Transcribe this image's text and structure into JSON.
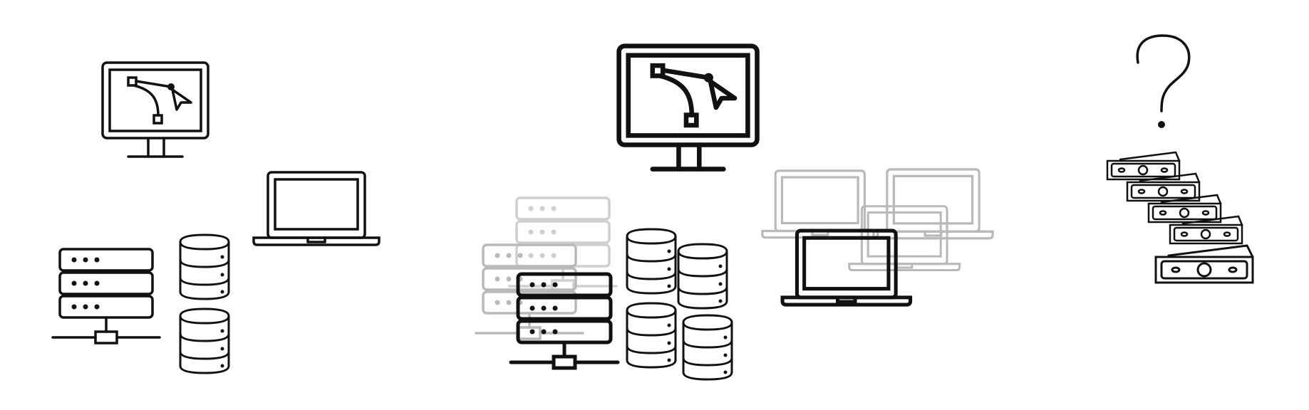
{
  "diagram": {
    "panels": [
      {
        "id": "panel-1",
        "icons": [
          "design-monitor-icon",
          "laptop-icon",
          "server-rack-icon",
          "database-icon",
          "database-icon"
        ]
      },
      {
        "id": "panel-2",
        "icons": [
          "design-monitor-icon",
          "faded-server-rack-icon",
          "faded-server-rack-icon",
          "server-rack-icon",
          "database-icon",
          "database-icon",
          "database-icon",
          "database-icon",
          "faded-laptop-icon",
          "faded-laptop-icon",
          "faded-laptop-icon",
          "laptop-icon"
        ]
      },
      {
        "id": "panel-3",
        "icons": [
          "question-mark-icon",
          "banknote-stack-icon"
        ]
      }
    ],
    "colors": {
      "stroke": "#111111",
      "faded": "#b9b9b9",
      "faded_light": "#cfcfcf",
      "background": "#ffffff"
    }
  }
}
